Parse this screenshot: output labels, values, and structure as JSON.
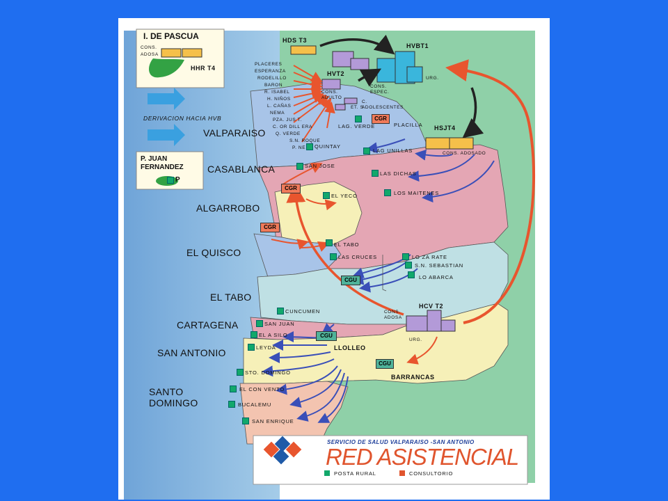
{
  "colors": {
    "background": "#1f6ef0",
    "ocean": "#7fb1e0",
    "land_green": "#8fd0a8",
    "region_blue": "#a8c4e8",
    "region_pink": "#e4a6b4",
    "region_yellow": "#f6f0b8",
    "region_light_blue": "#bfe0e4",
    "region_salmon": "#f3c4b0",
    "arrow_red": "#e8552e",
    "arrow_blue": "#3a4fb8",
    "posta_rural": "#12a86b",
    "consultorio": "#e0552e"
  },
  "insets": {
    "pascua": {
      "title": "I. DE PASCUA",
      "cons_label_1": "CONS.",
      "cons_label_2": "ADOSA",
      "hospital": "HHR T4"
    },
    "juan_fernandez": {
      "title_1": "P. JUAN",
      "title_2": "FERNANDEZ",
      "marker": "P"
    }
  },
  "derivation_label": "DERIVACION HACIA HVB",
  "cities": {
    "valparaiso": "VALPARAISO",
    "casablanca": "CASABLANCA",
    "algarrobo": "ALGARROBO",
    "el_quisco": "EL QUISCO",
    "el_tabo": "EL TABO",
    "cartagena": "CARTAGENA",
    "san_antonio": "SAN ANTONIO",
    "santo_domingo_1": "SANTO",
    "santo_domingo_2": "DOMINGO"
  },
  "hospitals": {
    "hds": "HDS T3",
    "hvbt1": "HVBT1",
    "hvt2": "HVT2",
    "hsjt4": "HSJT4",
    "hcv": "HCV T2"
  },
  "hospital_notes": {
    "cons_espec_1": "CONS.",
    "cons_espec_2": "ESPEC.",
    "urg_top": "URG.",
    "cons_adulto_1": "CONS.",
    "cons_adulto_2": "ADULTO",
    "c_adolescentes_1": "C.",
    "c_adolescentes_2": "ADOLESCENTES",
    "et_s": "ET. S",
    "cons_adosado": "CONS. ADOSADO",
    "hcv_cons_1": "CONS.",
    "hcv_cons_2": "ADOSA",
    "hcv_urg": "URG."
  },
  "valparaiso_list": [
    "PLACERES",
    "ESPERANZA",
    "RODELILLO",
    "BARON",
    "R. ISABEL",
    "H. NIÑOS",
    "L. CAÑAS",
    "NEMA",
    "PZA. JUS T.",
    "C. OR DILL ERA",
    "Q. VERDE",
    "S.N. ROQUE",
    "P. NE"
  ],
  "places": {
    "lag_verde": "LAG. VERDE",
    "placilla": "PLACILLA",
    "quintay": "QUINTAY",
    "lag_unillas": "LAG UNILLAS",
    "san_jose": "SAN JOSE",
    "las_dichas": "LAS DICHAS",
    "los_maitenes": "LOS MAITENES",
    "el_yeco": "EL YECO",
    "el_tabo_post": "EL TABO",
    "las_cruces": "LAS CRUCES",
    "lo_zarate": "LO ZA RATE",
    "sn_sebastian": "S.N. SEBASTIAN",
    "lo_abarca": "LO ABARCA",
    "cuncumen": "CUNCUMEN",
    "san_juan": "SAN JUAN",
    "el_asilo": "EL A SILO",
    "leyda": "LEYDA",
    "llolleo": "LLOLLEO",
    "sto_domingo": "STO. DOMINGO",
    "el_convento": "EL CON VENTO",
    "bucalemu": "BUCALEMU",
    "san_enrique": "SAN ENRIQUE",
    "barrancas": "BARRANCAS"
  },
  "boxes": {
    "cgr": "CGR",
    "cgu": "CGU"
  },
  "legend": {
    "service": "SERVICIO DE SALUD VALPARAISO -SAN ANTONIO",
    "title": "RED ASISTENCIAL",
    "posta_rural": "POSTA RURAL",
    "consultorio": "CONSULTORIO"
  }
}
